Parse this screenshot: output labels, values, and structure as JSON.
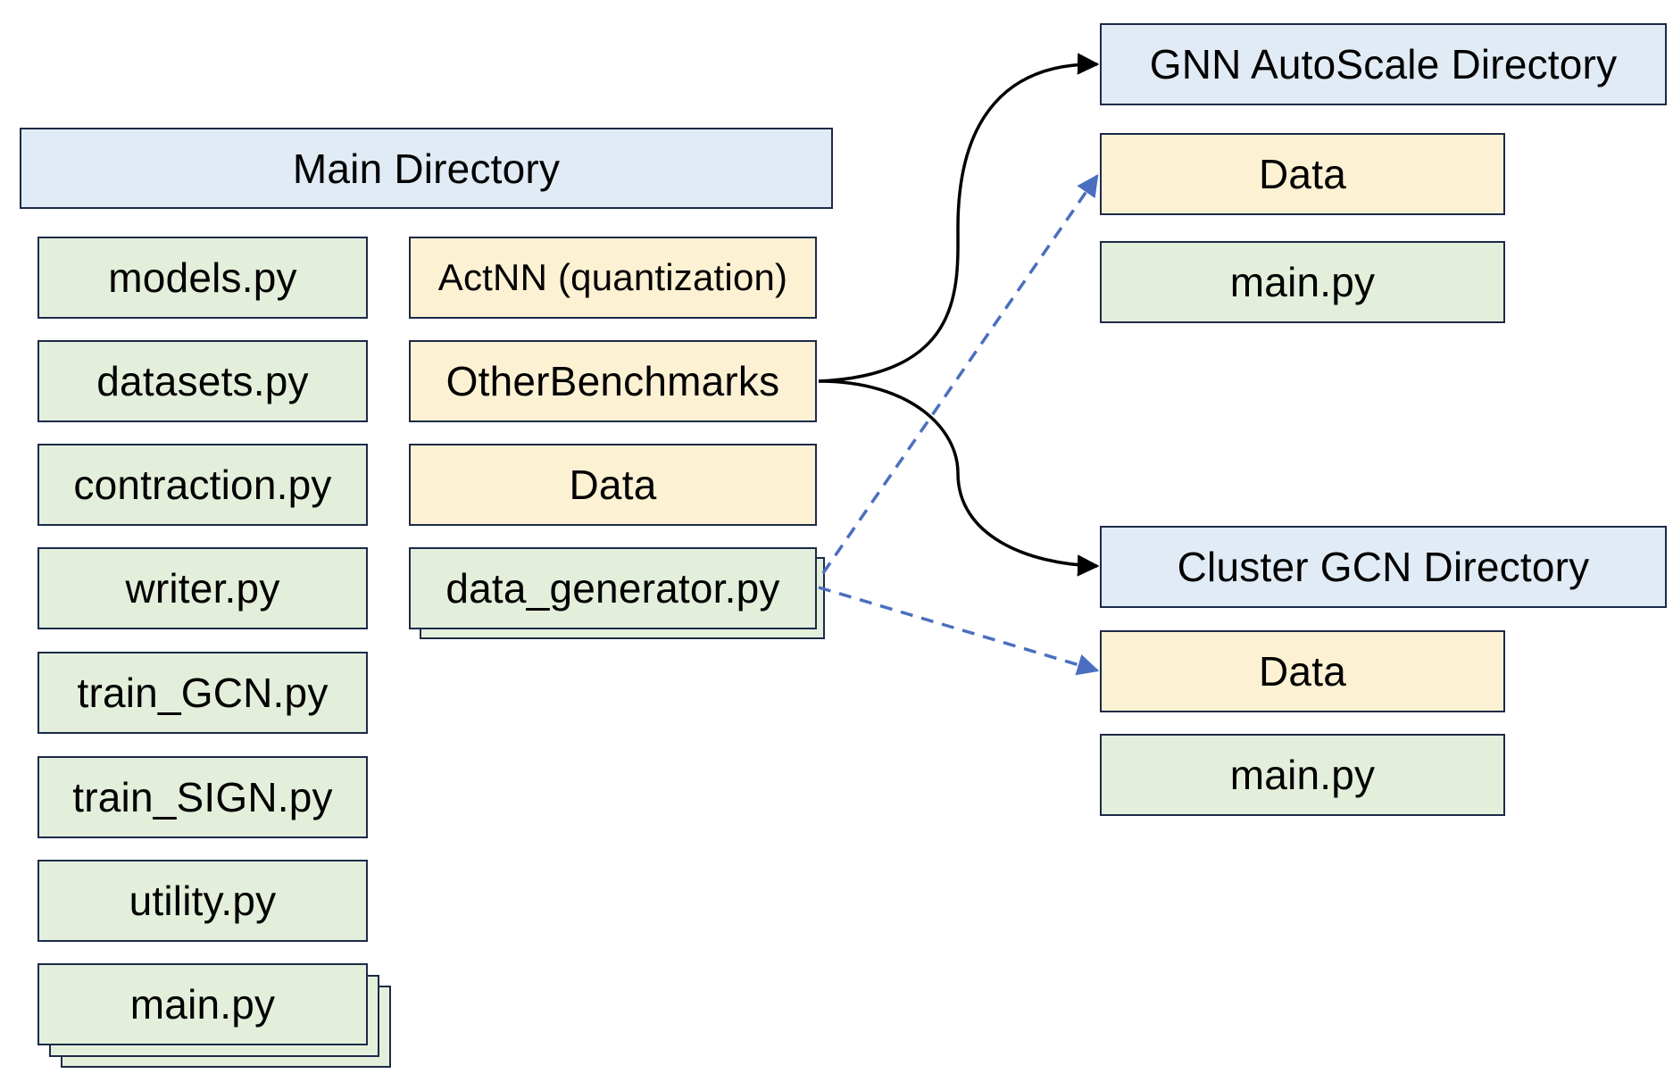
{
  "main_directory": {
    "title": "Main Directory",
    "files": [
      "models.py",
      "datasets.py",
      "contraction.py",
      "writer.py",
      "train_GCN.py",
      "train_SIGN.py",
      "utility.py",
      "main.py"
    ],
    "folders": [
      "ActNN (quantization)",
      "OtherBenchmarks",
      "Data",
      "data_generator.py"
    ]
  },
  "gnn_autoscale": {
    "title": "GNN AutoScale Directory",
    "data": "Data",
    "main": "main.py"
  },
  "cluster_gcn": {
    "title": "Cluster GCN Directory",
    "data": "Data",
    "main": "main.py"
  },
  "colors": {
    "directory": "#e1ebf5",
    "folder": "#fdf1d3",
    "file": "#e4efdb",
    "border": "#1c2a48",
    "solid_arrow": "#000000",
    "dashed_arrow": "#4a6fbf"
  }
}
